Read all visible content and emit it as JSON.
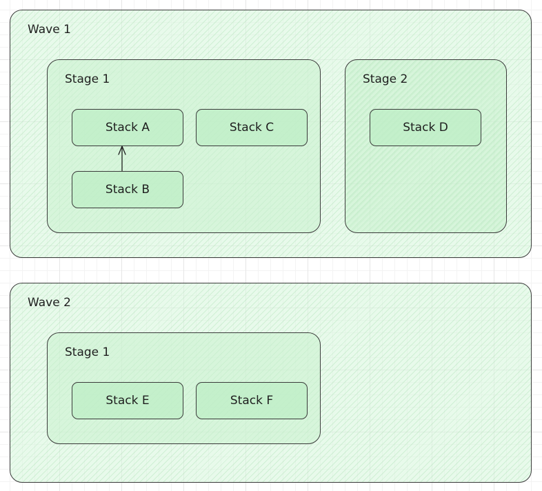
{
  "waves": [
    {
      "label": "Wave 1",
      "stages": [
        {
          "label": "Stage 1",
          "stacks": [
            "Stack A",
            "Stack C",
            "Stack B"
          ]
        },
        {
          "label": "Stage 2",
          "stacks": [
            "Stack D"
          ]
        }
      ]
    },
    {
      "label": "Wave 2",
      "stages": [
        {
          "label": "Stage 1",
          "stacks": [
            "Stack E",
            "Stack F"
          ]
        }
      ]
    }
  ],
  "dependencies": [
    {
      "from": "Stack B",
      "to": "Stack A"
    }
  ],
  "colors": {
    "container_fill": "#d6f5da",
    "stack_fill": "#bfeec6",
    "stroke": "#3a3a3a"
  }
}
